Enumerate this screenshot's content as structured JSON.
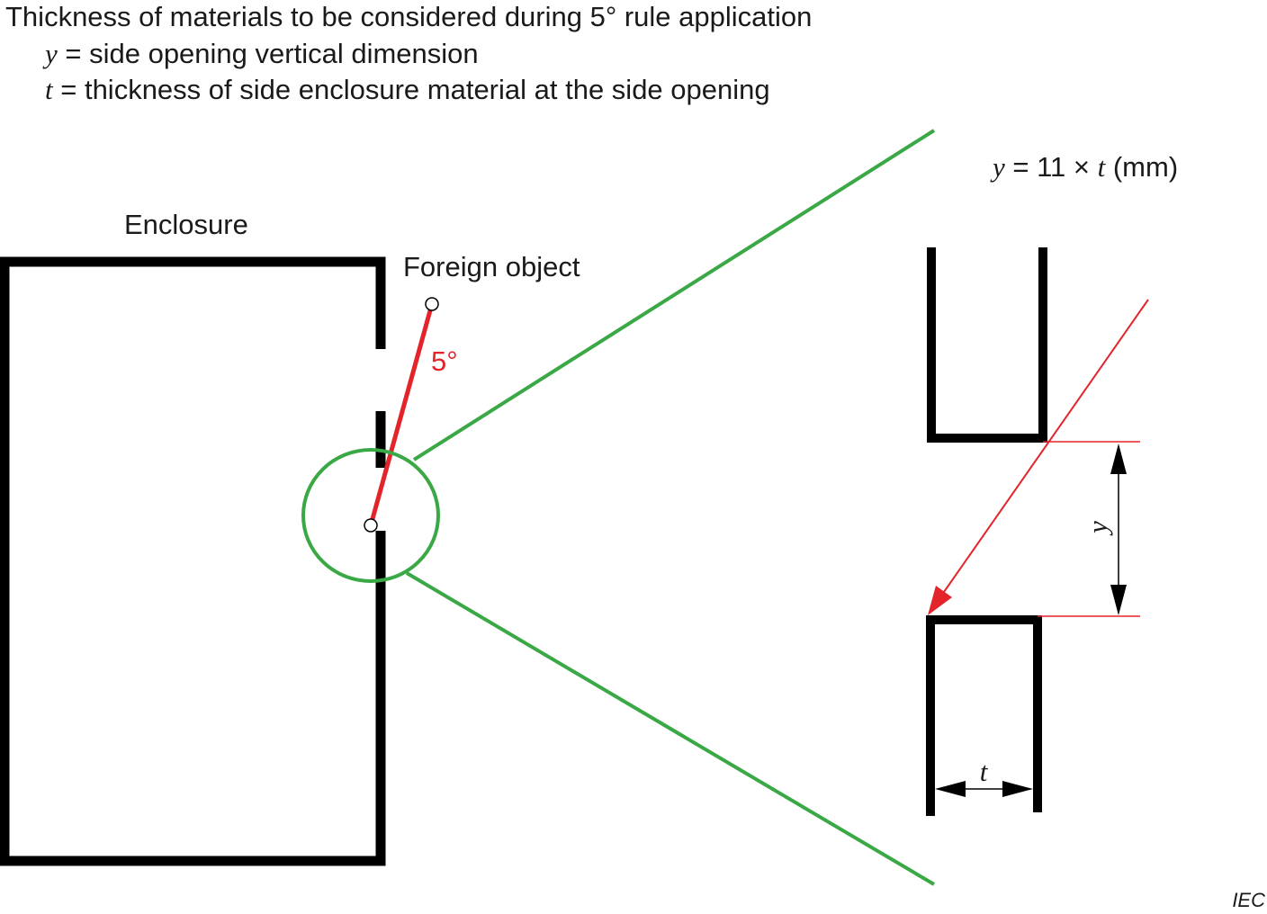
{
  "title": "Thickness of materials to be considered during 5° rule application",
  "legend": [
    {
      "symbol": "y",
      "text": " = side opening vertical dimension"
    },
    {
      "symbol": "t",
      "text": " = thickness of side enclosure material at the side opening"
    }
  ],
  "labels": {
    "enclosure": "Enclosure",
    "foreign_object": "Foreign object",
    "angle": "5°",
    "dim_y": "y",
    "dim_t": "t",
    "iec": "IEC"
  },
  "formula": {
    "var_y": "y",
    "middle": " = 11 × ",
    "var_t": "t",
    "unit": " (mm)"
  },
  "colors": {
    "structure": "#000000",
    "magnifier": "#3aa845",
    "object_ray": "#e3242b",
    "text": "#1a1a1a"
  }
}
